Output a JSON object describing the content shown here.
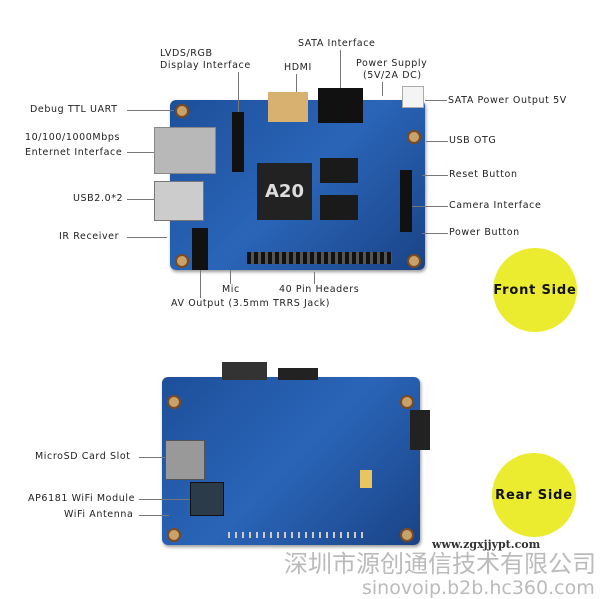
{
  "front": {
    "labels": {
      "lvds_1": "LVDS/RGB",
      "lvds_2": "Display Interface",
      "sata": "SATA Interface",
      "hdmi": "HDMI",
      "power_1": "Power Supply",
      "power_2": "(5V/2A DC)",
      "sata_power": "SATA Power Output 5V",
      "uart": "Debug TTL UART",
      "eth_1": "10/100/1000Mbps",
      "eth_2": "Enternet Interface",
      "usb_otg": "USB OTG",
      "reset": "Reset Button",
      "usb2": "USB2.0*2",
      "camera": "Camera Interface",
      "ir": "IR Receiver",
      "power_button": "Power Button",
      "mic": "Mic",
      "pins": "40 Pin Headers",
      "av": "AV Output (3.5mm TRRS Jack)"
    },
    "chip": "A20",
    "badge": "Front Side"
  },
  "rear": {
    "labels": {
      "microsd": "MicroSD Card Slot",
      "wifi_module": "AP6181 WiFi Module",
      "antenna": "WiFi Antenna"
    },
    "badge": "Rear Side"
  },
  "watermark": {
    "company": "深圳市源创通信技术有限公司",
    "site": "www.zgxjjypt.com",
    "url": "sinovoip.b2b.hc360.com"
  },
  "colors": {
    "board": "#2a65b8",
    "badge": "#ebeb2f"
  }
}
